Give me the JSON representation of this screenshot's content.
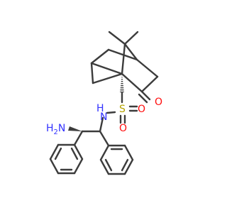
{
  "molecule": {
    "atoms": {
      "amine_h": "H",
      "amine_h_count": "2",
      "amine_n": "N",
      "amide_n": "N",
      "amide_h": "H",
      "sulfur": "S",
      "sulfonyl_o1": "O",
      "sulfonyl_o2": "O",
      "ketone_o": "O"
    },
    "colors": {
      "bond": "#3c3c3c",
      "nitrogen": "#3232ff",
      "oxygen": "#ff0d0d",
      "sulfur": "#b5a400"
    }
  }
}
